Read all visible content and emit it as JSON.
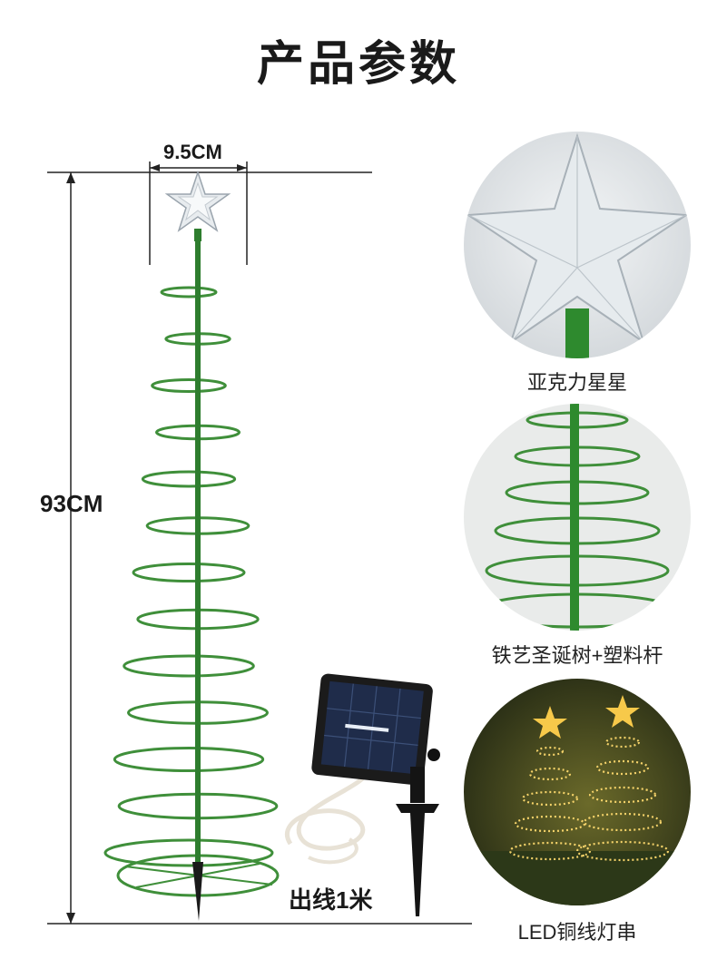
{
  "title": "产品参数",
  "dimensions": {
    "width_label": "9.5CM",
    "height_label": "93CM"
  },
  "cable_label": "出线1米",
  "details": [
    {
      "caption": "亚克力星星",
      "icon": "acrylic-star-closeup"
    },
    {
      "caption": "铁艺圣诞树+塑料杆",
      "icon": "iron-spiral-tree-closeup"
    },
    {
      "caption": "LED铜线灯串",
      "icon": "led-copper-string-lights-scene"
    }
  ],
  "colors": {
    "tree_green": "#3f8f3a",
    "pole_green": "#2e7d2e",
    "solar_panel": "#1f2c4a",
    "night_glow": "#f5d36a"
  }
}
